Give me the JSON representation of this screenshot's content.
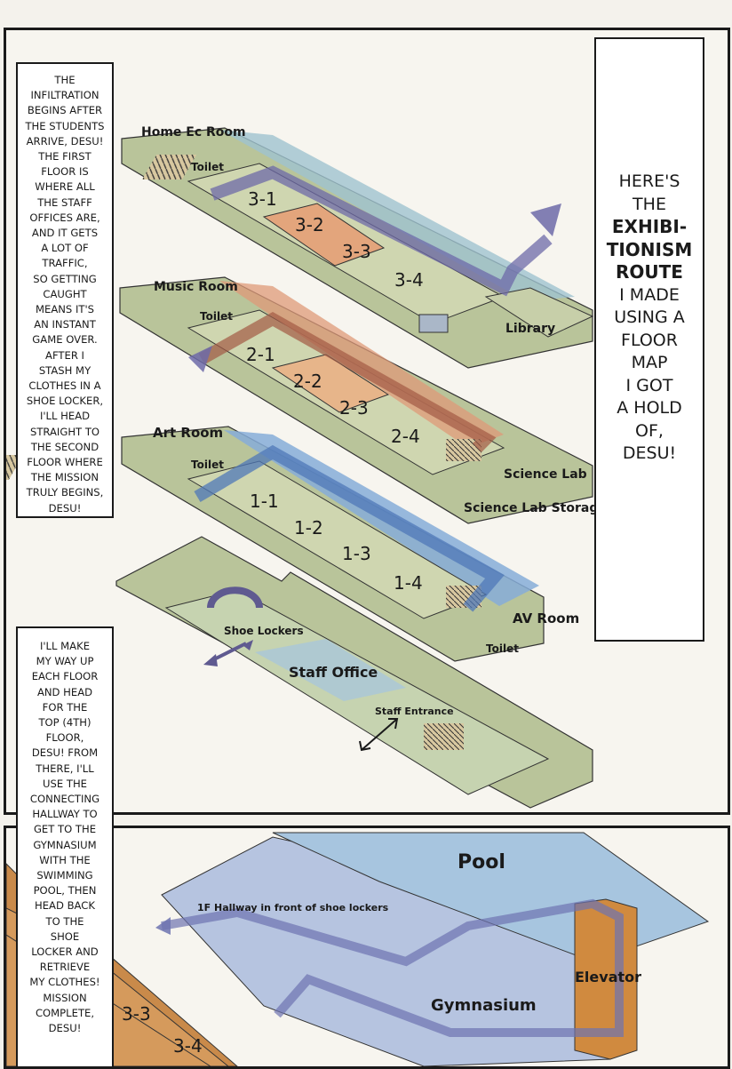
{
  "captions": {
    "left_top": "THE\nINFILTRATION\nBEGINS AFTER\nTHE STUDENTS\nARRIVE, DESU!\nTHE FIRST\nFLOOR IS\nWHERE ALL\nTHE STAFF\nOFFICES ARE,\nAND IT GETS\nA LOT OF\nTRAFFIC,\nSO GETTING\nCAUGHT\nMEANS IT'S\nAN INSTANT\nGAME OVER.\nAFTER I\nSTASH MY\nCLOTHES IN A\nSHOE LOCKER,\nI'LL HEAD\nSTRAIGHT TO\nTHE SECOND\nFLOOR WHERE\nTHE MISSION\nTRULY BEGINS,\nDESU!",
    "left_bottom": "I'LL MAKE\nMY WAY UP\nEACH FLOOR\nAND HEAD\nFOR THE\nTOP (4TH)\nFLOOR,\nDESU! FROM\nTHERE, I'LL\nUSE THE\nCONNECTING\nHALLWAY TO\nGET TO THE\nGYMNASIUM\nWITH THE\nSWIMMING\nPOOL, THEN\nHEAD BACK\nTO THE\nSHOE\nLOCKER AND\nRETRIEVE\nMY CLOTHES!\nMISSION\nCOMPLETE,\nDESU!",
    "right_part1": "HERE'S\nTHE",
    "right_bold": "EXHIBI-\nTIONISM\nROUTE",
    "right_part2": "I MADE\nUSING A\nFLOOR\nMAP\nI GOT\nA HOLD\nOF,\nDESU!"
  },
  "floor3": {
    "home_ec": "Home Ec Room",
    "toilet": "Toilet",
    "rooms": [
      "3-1",
      "3-2",
      "3-3",
      "3-4"
    ],
    "library": "Library"
  },
  "floor2": {
    "music": "Music Room",
    "toilet": "Toilet",
    "rooms": [
      "2-1",
      "2-2",
      "2-3",
      "2-4"
    ],
    "science_lab": "Science Lab",
    "science_storage": "Science Lab Storage"
  },
  "floor1": {
    "art": "Art Room",
    "toilet": "Toilet",
    "rooms": [
      "1-1",
      "1-2",
      "1-3",
      "1-4"
    ],
    "av_room": "AV Room",
    "toilet2": "Toilet"
  },
  "ground": {
    "shoe_lockers": "Shoe Lockers",
    "staff_office": "Staff Office",
    "staff_entrance": "Staff Entrance"
  },
  "gym": {
    "pool": "Pool",
    "hallway_note": "1F Hallway in front of shoe lockers",
    "elevator": "Elevator",
    "gymnasium": "Gymnasium",
    "rooms": [
      "3-3",
      "3-4"
    ]
  },
  "colors": {
    "floor_green": "#b9c49a",
    "route_purple": "#6d6aa8",
    "room_orange": "#e0a07a",
    "hall_blue": "#8fb6d9",
    "wood": "#c98a4a"
  }
}
